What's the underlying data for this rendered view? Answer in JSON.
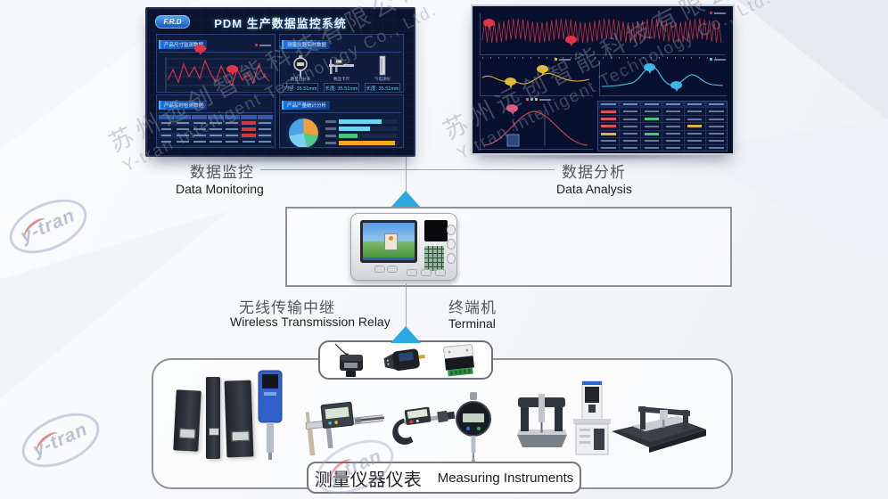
{
  "watermark": {
    "company_cn": "苏州远创智能科技有限公司",
    "company_en": "Y-tran Intelligent Technology Co., Ltd.",
    "logo_text": "y-tran"
  },
  "flow": {
    "monitoring_cn": "数据监控",
    "monitoring_en": "Data Monitoring",
    "analysis_cn": "数据分析",
    "analysis_en": "Data Analysis",
    "relay_cn": "无线传输中继",
    "relay_en": "Wireless Transmission Relay",
    "terminal_cn": "终端机",
    "terminal_en": "Terminal",
    "instruments_cn": "测量仪器仪表",
    "instruments_en": "Measuring Instruments"
  },
  "monitor_dashboard": {
    "logo": "F.R.D",
    "title": "PDM 生产数据监控系统",
    "panels": {
      "trend": {
        "title": "产品尺寸监测数据"
      },
      "instruments": {
        "title": "测量仪器实时数据",
        "items": [
          {
            "name": "数显百分表",
            "value": "内径: 35.51mm"
          },
          {
            "name": "数显卡尺",
            "value": "长度: 35.51mm"
          },
          {
            "name": "气电测仪",
            "value": "长度: 35.51mm"
          }
        ]
      },
      "table": {
        "title": "产品实时检测数据",
        "rows": 5,
        "columns": 7
      },
      "stats": {
        "title": "产品产量统计分析",
        "axis": [
          "0",
          "2000",
          "4000",
          "6000"
        ]
      }
    }
  },
  "analysis_dashboard": {
    "table": {
      "rows": 7,
      "columns": 6
    }
  },
  "chart_data": [
    {
      "id": "monitor-size-trend",
      "type": "line",
      "color": "#d9303e",
      "values": [
        30,
        18,
        32,
        12,
        26,
        15,
        28,
        8,
        22,
        32,
        14,
        27,
        36,
        18,
        30,
        22,
        33,
        13,
        25,
        31
      ],
      "ylim": [
        0,
        44
      ],
      "annotations": [
        "alarm-balloon-high",
        "alarm-balloon-low"
      ]
    },
    {
      "id": "production-pie",
      "type": "pie",
      "values": [
        28,
        18,
        26,
        28
      ],
      "colors": [
        "#f0a03a",
        "#52c98a",
        "#7cd0f0",
        "#4aa3e8"
      ]
    },
    {
      "id": "production-bars",
      "type": "bar",
      "values": [
        4700,
        3400,
        2100,
        6200
      ],
      "colors": [
        "#6fd3f5",
        "#6fd3f5",
        "#45c878",
        "#f5a623"
      ],
      "xlim": [
        0,
        6500
      ],
      "ticks": [
        "0",
        "2000",
        "4000",
        "6000"
      ]
    },
    {
      "id": "analysis-oscillation",
      "type": "line",
      "color": "#c23140",
      "desc": "dense high-frequency waveform with two alarm balloons"
    },
    {
      "id": "analysis-trend-a",
      "type": "line",
      "color": "#d8b83a",
      "desc": "wavy trend line with two balloon markers"
    },
    {
      "id": "analysis-trend-b",
      "type": "line",
      "color": "#4ac8e8",
      "desc": "flat trend with two peaks and two balloon markers"
    },
    {
      "id": "analysis-distribution",
      "type": "line",
      "color": "#c04050",
      "desc": "normal distribution curve with marker balloon and histogram bin"
    }
  ]
}
